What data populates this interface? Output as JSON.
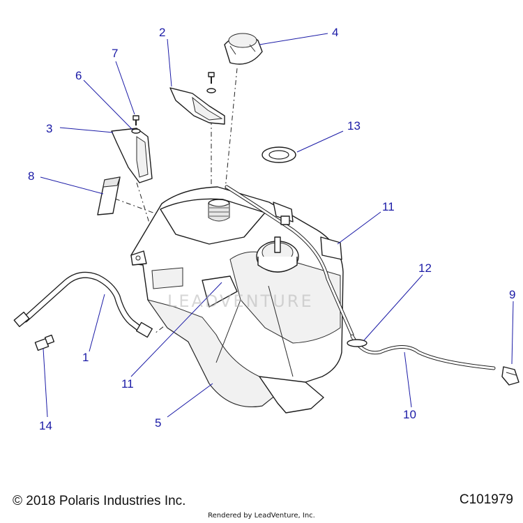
{
  "diagram": {
    "callouts": [
      {
        "id": "c1",
        "label": "1"
      },
      {
        "id": "c2",
        "label": "2"
      },
      {
        "id": "c3",
        "label": "3"
      },
      {
        "id": "c4",
        "label": "4"
      },
      {
        "id": "c5",
        "label": "5"
      },
      {
        "id": "c6",
        "label": "6"
      },
      {
        "id": "c7",
        "label": "7"
      },
      {
        "id": "c8",
        "label": "8"
      },
      {
        "id": "c9",
        "label": "9"
      },
      {
        "id": "c10",
        "label": "10"
      },
      {
        "id": "c11a",
        "label": "11"
      },
      {
        "id": "c11b",
        "label": "11"
      },
      {
        "id": "c12",
        "label": "12"
      },
      {
        "id": "c13",
        "label": "13"
      },
      {
        "id": "c14",
        "label": "14"
      }
    ],
    "watermark": "LEADVENTURE",
    "colors": {
      "callout": "#1a1aa6",
      "line": "#1c1c1c"
    }
  },
  "footer": {
    "copyright": "© 2018 Polaris Industries Inc.",
    "drawing_number": "C101979",
    "credit": "Rendered by LeadVenture, Inc."
  }
}
